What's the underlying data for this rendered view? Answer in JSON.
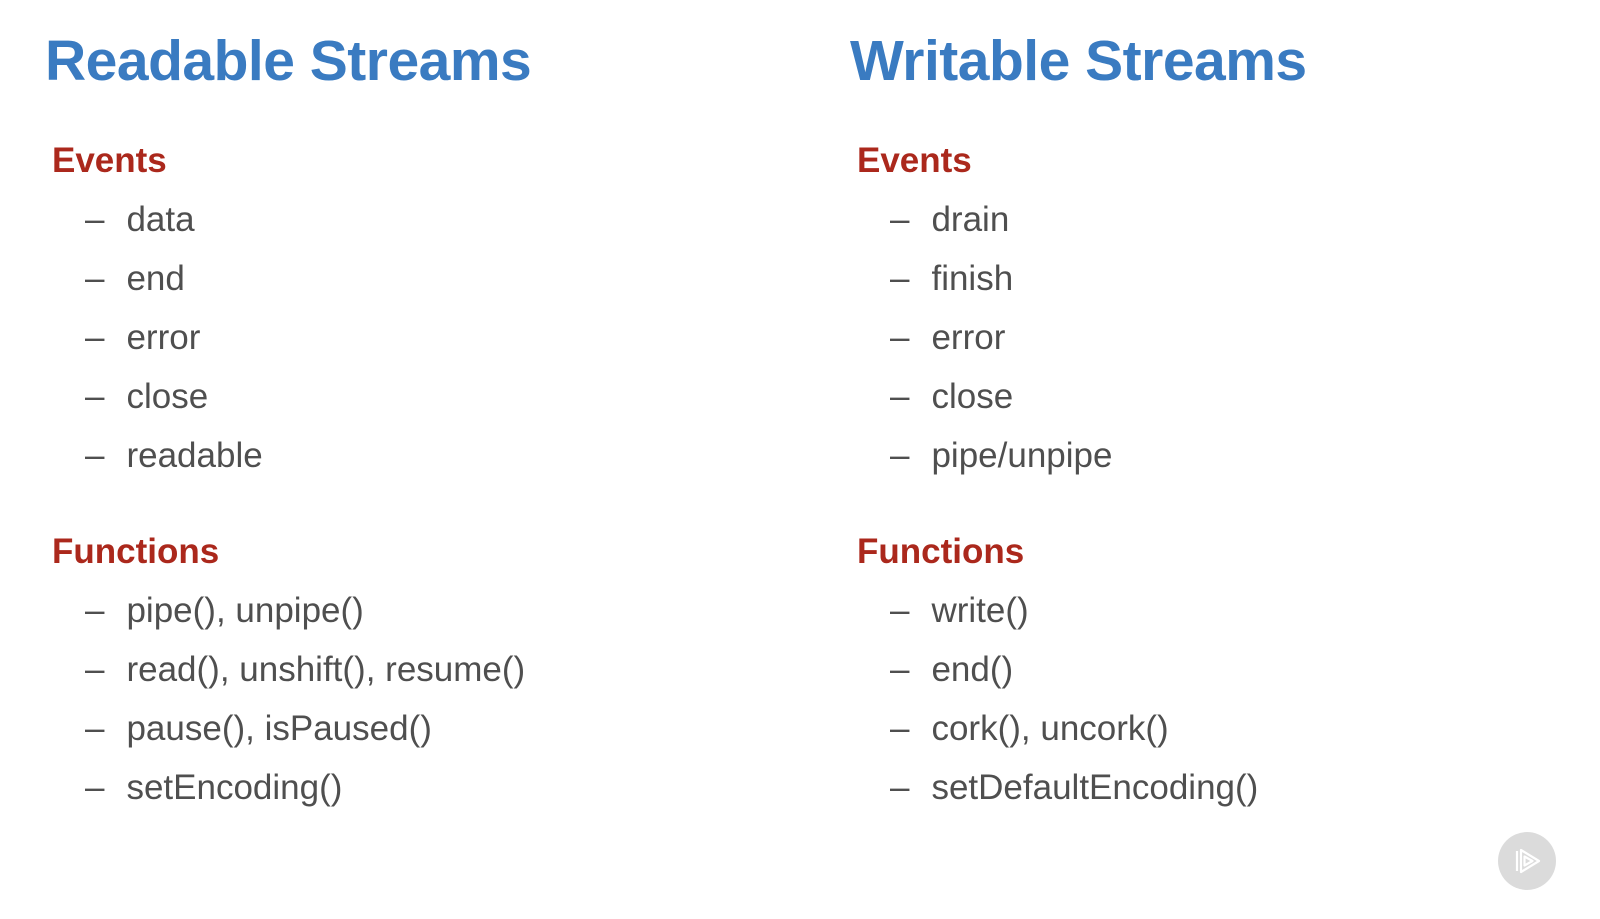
{
  "slide": {
    "bullet": "–",
    "colors": {
      "background": "#ffffff",
      "title_blue": "#3a7bc1",
      "heading_red": "#ab281c",
      "item_gray": "#4f4f4f",
      "watermark_gray": "#d9d9d9"
    },
    "columns": [
      {
        "title": "Readable Streams",
        "sections": [
          {
            "heading": "Events",
            "items": [
              "data",
              "end",
              "error",
              "close",
              "readable"
            ]
          },
          {
            "heading": "Functions",
            "items": [
              "pipe(), unpipe()",
              "read(), unshift(), resume()",
              "pause(), isPaused()",
              "setEncoding()"
            ]
          }
        ]
      },
      {
        "title": "Writable Streams",
        "sections": [
          {
            "heading": "Events",
            "items": [
              "drain",
              "finish",
              "error",
              "close",
              "pipe/unpipe"
            ]
          },
          {
            "heading": "Functions",
            "items": [
              "write()",
              "end()",
              "cork(), uncork()",
              "setDefaultEncoding()"
            ]
          }
        ]
      }
    ]
  },
  "watermark": {
    "icon": "pluralsight-play-icon"
  }
}
